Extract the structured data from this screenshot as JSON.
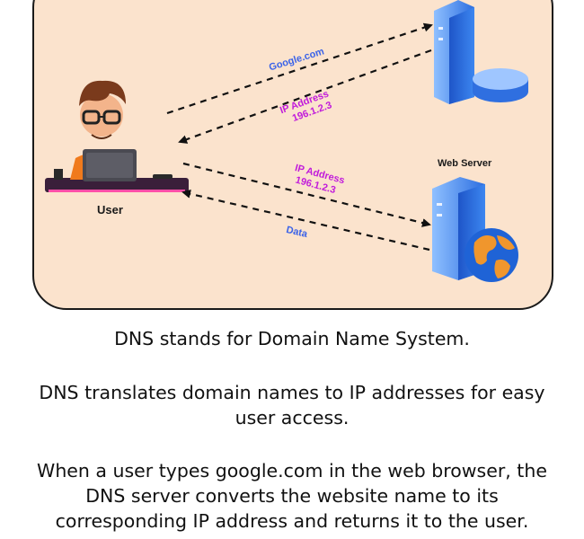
{
  "diagram": {
    "labels": {
      "google": "Google.com",
      "ip_address_1": "IP Address",
      "ip_value_1": "196.1.2.3",
      "ip_address_2": "IP Address",
      "ip_value_2": "196.1.2.3",
      "data": "Data",
      "web_server": "Web Server",
      "user": "User"
    },
    "colors": {
      "panel_bg": "#fbe3cd",
      "arrow": "#111111",
      "label_blue": "#3b63e8",
      "label_magenta": "#c11bdb"
    }
  },
  "text": {
    "p1": "DNS stands for Domain Name System.",
    "p2_line1": "DNS translates domain names to IP addresses for easy",
    "p2_line2": "user access.",
    "p3_line1": "When a user types google.com in the web browser, the",
    "p3_line2": "DNS server converts the website name to its",
    "p3_line3": "corresponding IP address and returns it to the user."
  }
}
